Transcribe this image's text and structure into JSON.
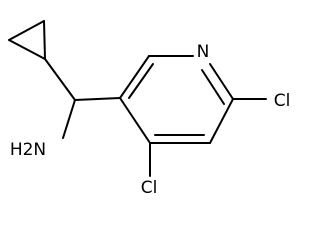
{
  "molecule": {
    "labels": {
      "nitrogen": "N",
      "chlorine_top": "Cl",
      "chlorine_bottom": "Cl",
      "amine": "H2N"
    },
    "colors": {
      "bond": "#000000",
      "text": "#000000",
      "background": "#ffffff"
    }
  }
}
